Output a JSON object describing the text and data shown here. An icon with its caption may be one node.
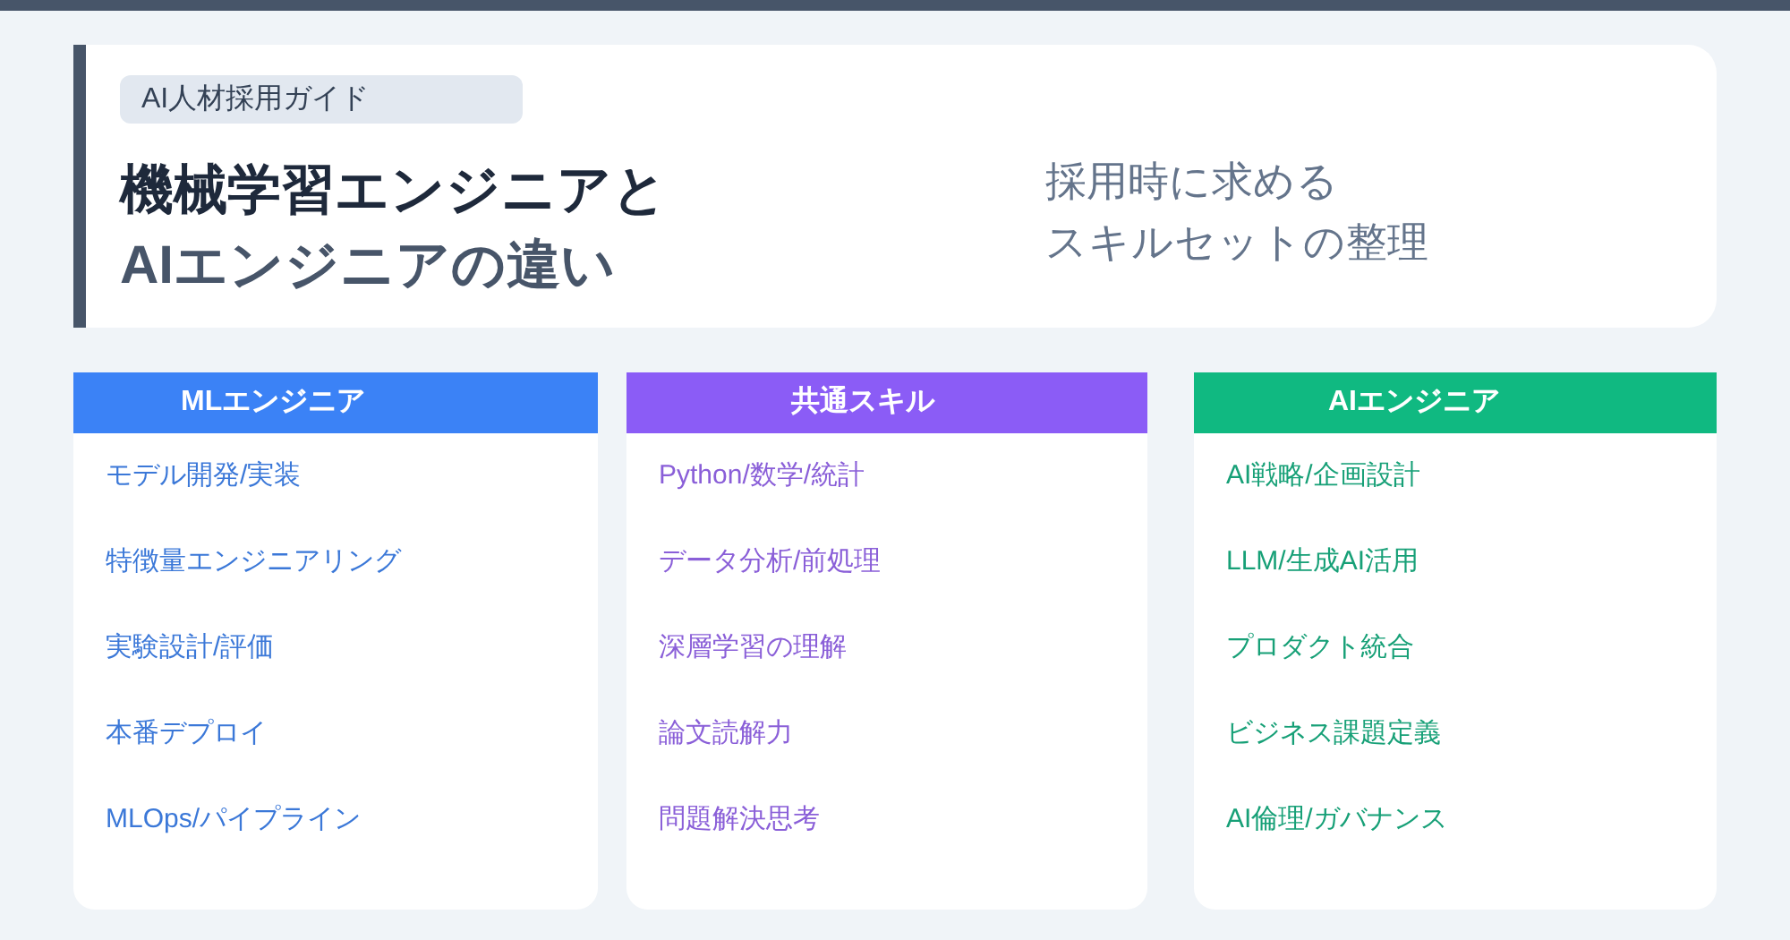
{
  "diagram": {
    "nodes": [
      {
        "text": [
          "機械学習エンジニアと",
          "AIエンジニアの違い",
          "採用時に求めるスキルセットの整理"
        ]
      },
      {
        "text": [
          "AI人材採用ガイド"
        ],
        "in": 0
      },
      {
        "text": [
          "MLエンジニア",
          "モデル開発/実装",
          "特徴量エンジニアリング",
          "実験設計/評価",
          "本番デプロイ",
          "MLOps/パイプライン"
        ]
      },
      {
        "text": [
          "共通スキル",
          "Python/数学/統計",
          "データ分析/前処理",
          "深層学習の理解",
          "論文読解力",
          "問題解決思考"
        ]
      },
      {
        "text": [
          "AIエンジニア",
          "AI戦略/企画設計",
          "LLM/生成AI活用",
          "プロダクト統合",
          "ビジネス課題定義",
          "AI倫理/ガバナンス"
        ]
      }
    ]
  }
}
